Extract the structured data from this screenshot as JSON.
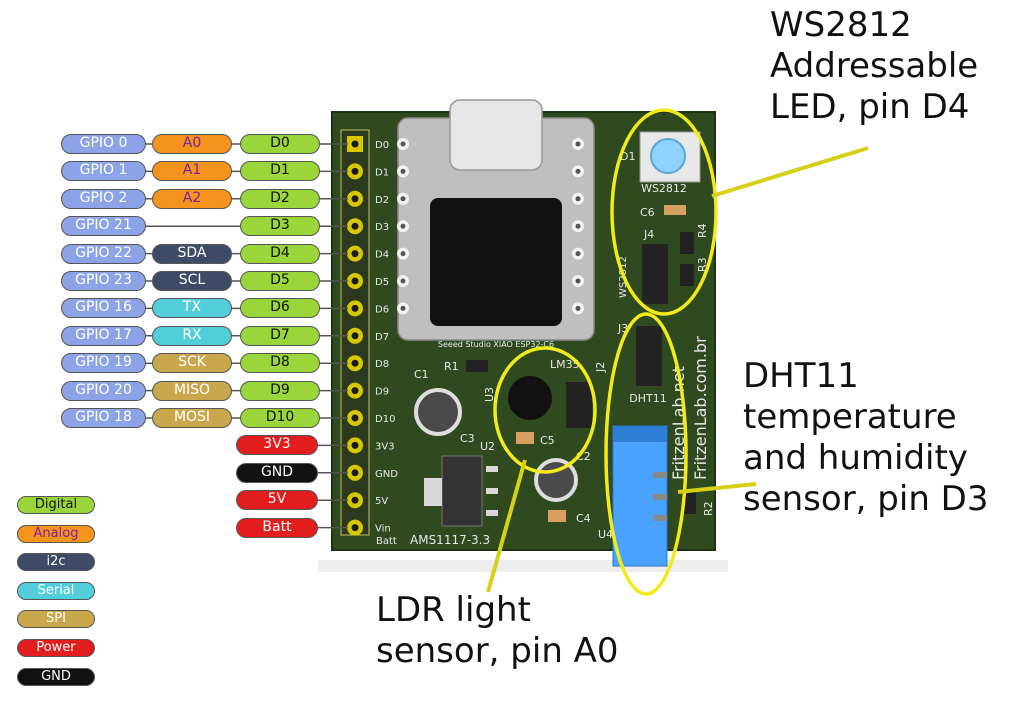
{
  "left_pins": [
    {
      "gpio": "GPIO 0",
      "func": "A0",
      "func_type": "analog",
      "d": "D0"
    },
    {
      "gpio": "GPIO 1",
      "func": "A1",
      "func_type": "analog",
      "d": "D1"
    },
    {
      "gpio": "GPIO 2",
      "func": "A2",
      "func_type": "analog",
      "d": "D2"
    },
    {
      "gpio": "GPIO 21",
      "func": "",
      "func_type": "",
      "d": "D3"
    },
    {
      "gpio": "GPIO 22",
      "func": "SDA",
      "func_type": "i2c",
      "d": "D4"
    },
    {
      "gpio": "GPIO 23",
      "func": "SCL",
      "func_type": "i2c",
      "d": "D5"
    },
    {
      "gpio": "GPIO 16",
      "func": "TX",
      "func_type": "serial",
      "d": "D6"
    },
    {
      "gpio": "GPIO 17",
      "func": "RX",
      "func_type": "serial",
      "d": "D7"
    },
    {
      "gpio": "GPIO 19",
      "func": "SCK",
      "func_type": "spi",
      "d": "D8"
    },
    {
      "gpio": "GPIO 20",
      "func": "MISO",
      "func_type": "spi",
      "d": "D9"
    },
    {
      "gpio": "GPIO 18",
      "func": "MOSI",
      "func_type": "spi",
      "d": "D10"
    }
  ],
  "power_pins": [
    {
      "label": "3V3",
      "type": "power"
    },
    {
      "label": "GND",
      "type": "gnd"
    },
    {
      "label": "5V",
      "type": "power"
    },
    {
      "label": "Batt",
      "type": "power"
    }
  ],
  "legend": [
    {
      "label": "Digital",
      "type": "digital"
    },
    {
      "label": "Analog",
      "type": "analog"
    },
    {
      "label": "i2c",
      "type": "i2c"
    },
    {
      "label": "Serial",
      "type": "serial"
    },
    {
      "label": "SPI",
      "type": "spi"
    },
    {
      "label": "Power",
      "type": "power"
    },
    {
      "label": "GND",
      "type": "gnd"
    }
  ],
  "callouts": {
    "led": "WS2812\nAddressable\nLED, pin D4",
    "dht": "DHT11\ntemperature\nand humidity\nsensor, pin D3",
    "ldr": "LDR light\nsensor, pin A0"
  },
  "board": {
    "silk_pins": [
      "D0",
      "D1",
      "D2",
      "D3",
      "D4",
      "D5",
      "D6",
      "D7",
      "D8",
      "D9",
      "D10",
      "3V3",
      "GND",
      "5V",
      "Vin"
    ],
    "silk_batt": "Batt",
    "module_label": "Seeed Studio XIAO ESP32-C6",
    "ws_label": "WS2812",
    "ws_vertical": "WS2812",
    "dht_label": "DHT11",
    "lm_label": "LM35",
    "ams_label": "AMS1117-3.3",
    "fritzen1": "FritzenLab.net",
    "fritzen2": "FritzenLab.com.br",
    "refs": {
      "d1": "D1",
      "c6": "C6",
      "j4": "J4",
      "r4": "R4",
      "r3": "R3",
      "j3": "J3",
      "c1": "C1",
      "r1": "R1",
      "u3": "U3",
      "j2": "J2",
      "c3": "C3",
      "u2": "U2",
      "c5": "C5",
      "c2": "C2",
      "c4": "C4",
      "u4": "U4",
      "r2": "R2"
    }
  },
  "colors": {
    "digital": "#9ad53a",
    "analog": "#f4941c",
    "i2c": "#3e4a66",
    "serial": "#53cfdb",
    "spi": "#c9a84d",
    "power": "#e21d1d",
    "gnd": "#111111",
    "gpio": "#8da3e8",
    "pcb": "#2e4a1e",
    "highlight": "#f2ea1a"
  }
}
